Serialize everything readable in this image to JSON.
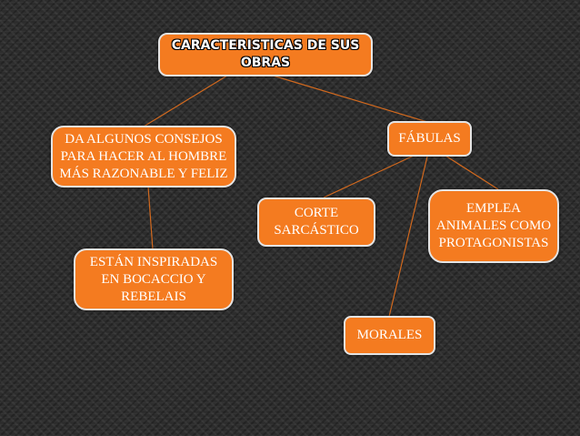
{
  "nodes": {
    "root": "CARACTERISTICAS DE SUS\nOBRAS",
    "consejos": "DA ALGUNOS CONSEJOS\nPARA HACER AL HOMBRE\nMÁS RAZONABLE Y FELIZ",
    "fabulas": "FÁBULAS",
    "inspiradas": "ESTÁN INSPIRADAS\nEN BOCACCIO Y\nREBELAIS",
    "corte": "CORTE\nSARCÁSTICO",
    "animales": "EMPLEA\nANIMALES COMO\nPROTAGONISTAS",
    "morales": "MORALES"
  },
  "colors": {
    "node_fill": "#f47b20",
    "node_border": "#e4e4e4",
    "connector": "#d2691e",
    "background": "#2d2d2d"
  }
}
